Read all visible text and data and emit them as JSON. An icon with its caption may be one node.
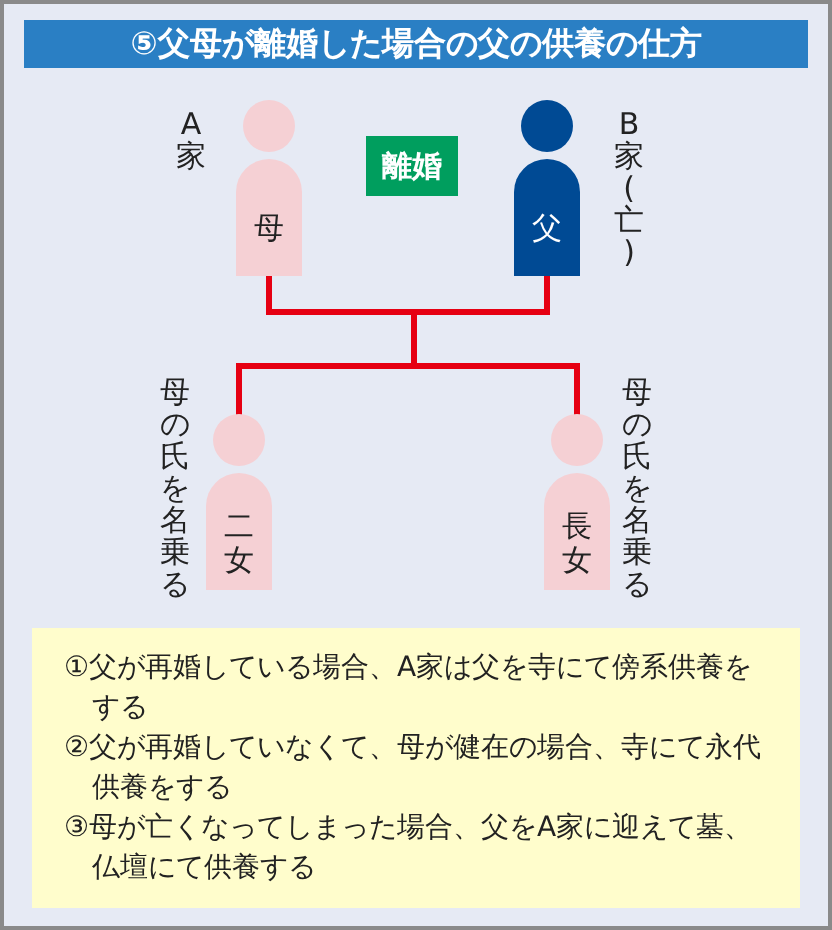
{
  "diagram": {
    "title": "⑤父母が離婚した場合の父の供養の仕方",
    "nodes": [
      {
        "text": [
          "母"
        ],
        "beside": [
          "A家"
        ]
      },
      {
        "text": [
          "父"
        ],
        "beside": [
          "B家(亡)"
        ]
      },
      {
        "text": [
          "二女"
        ],
        "beside": [
          "母の氏を名乗る"
        ]
      },
      {
        "text": [
          "長女"
        ],
        "beside": [
          "母の氏を名乗る"
        ]
      },
      {
        "text": [
          "①父が再婚している場合、A家は父を寺にて傍系供養をする",
          "②父が再婚していなくて、母が健在の場合、寺にて永代供養をする",
          "③母が亡くなってしまった場合、父をA家に迎えて墓、仏壇にて供養する"
        ]
      }
    ],
    "edges": [
      {
        "from": 0,
        "to": 2,
        "arrow": "none"
      },
      {
        "from": 0,
        "to": 3,
        "arrow": "none"
      },
      {
        "from": 1,
        "to": 2,
        "arrow": "none"
      },
      {
        "from": 1,
        "to": 3,
        "arrow": "none"
      }
    ],
    "labels": [
      "離婚"
    ]
  }
}
